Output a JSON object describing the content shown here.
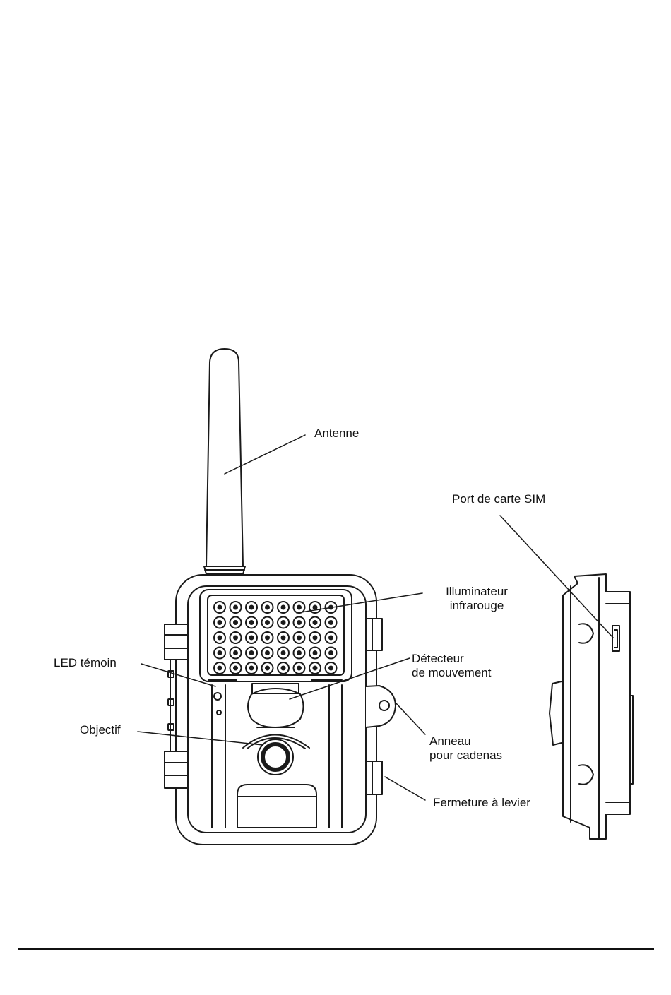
{
  "diagram": {
    "colors": {
      "stroke": "#1a1a1a",
      "fill": "#ffffff",
      "text": "#111111"
    },
    "front_view_labels": {
      "antenna": "Antenne",
      "infrared_illuminator": [
        "Illuminateur",
        "infrarouge"
      ],
      "status_led": "LED témoin",
      "motion_detector": [
        "Détecteur",
        "de mouvement"
      ],
      "lens": "Objectif",
      "padlock_ring": [
        "Anneau",
        "pour cadenas"
      ],
      "latch": "Fermeture à levier"
    },
    "side_view_labels": {
      "sim_port": "Port de carte SIM"
    }
  }
}
